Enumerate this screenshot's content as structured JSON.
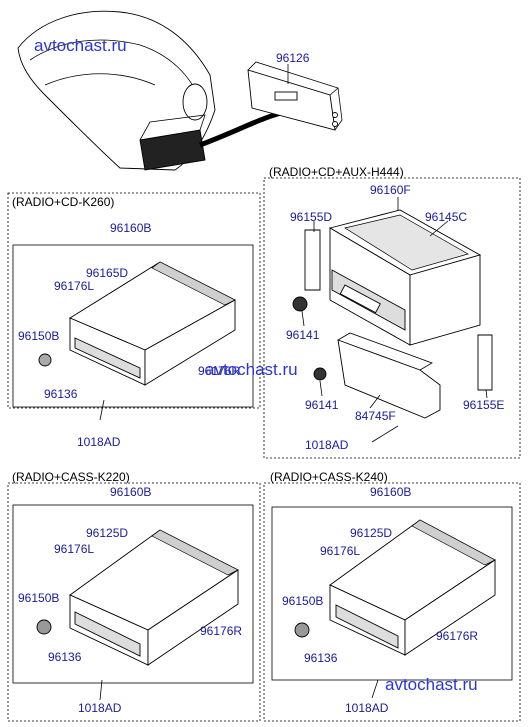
{
  "watermark": "avtochast.ru",
  "top": {
    "part": "96126"
  },
  "panels": {
    "cd_aux": {
      "title": "(RADIO+CD+AUX-H444)",
      "main": "96160F",
      "labels": [
        "96155D",
        "96145C",
        "96141",
        "96141",
        "84745F",
        "96155E",
        "1018AD"
      ]
    },
    "cd": {
      "title": "(RADIO+CD-K260)",
      "main": "96160B",
      "labels": [
        "96165D",
        "96176L",
        "96150B",
        "96176R",
        "96136",
        "1018AD"
      ]
    },
    "cass220": {
      "title": "(RADIO+CASS-K220)",
      "main": "96160B",
      "labels": [
        "96125D",
        "96176L",
        "96150B",
        "96176R",
        "96136",
        "1018AD"
      ]
    },
    "cass240": {
      "title": "(RADIO+CASS-K240)",
      "main": "96160B",
      "labels": [
        "96125D",
        "96176L",
        "96150B",
        "96176R",
        "96136",
        "1018AD"
      ]
    }
  }
}
